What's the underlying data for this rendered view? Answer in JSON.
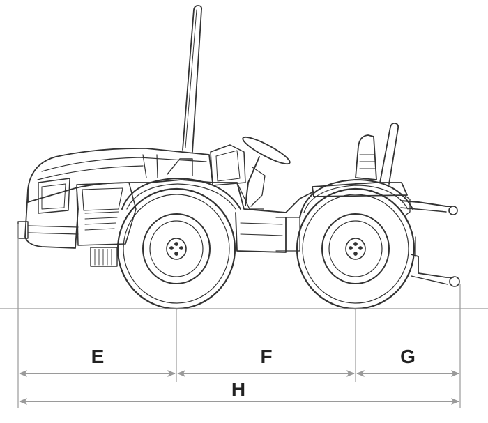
{
  "diagram": {
    "labels": {
      "e": "E",
      "f": "F",
      "g": "G",
      "h": "H"
    },
    "colors": {
      "outline": "#333333",
      "dimension": "#9a9a9a",
      "label": "#222222"
    }
  }
}
